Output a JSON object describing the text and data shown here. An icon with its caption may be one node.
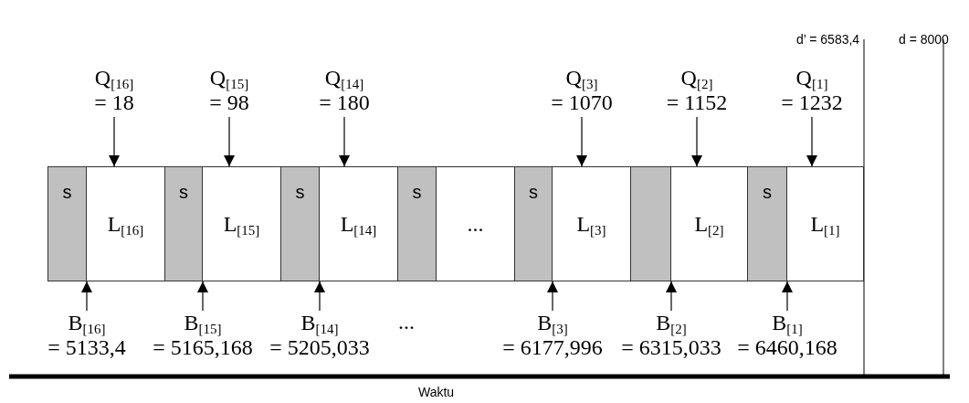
{
  "diagram": {
    "nodes": [
      {
        "text": [
          "Q$_{[16]}$ = 18"
        ]
      },
      {
        "text": [
          "Q$_{[15]}$ = 98"
        ]
      },
      {
        "text": [
          "Q$_{[14]}$ = 180"
        ]
      },
      {
        "text": [
          "Q$_{[3]}$ = 1070"
        ]
      },
      {
        "text": [
          "Q$_{[2]}$ = 1152"
        ]
      },
      {
        "text": [
          "Q$_{[1]}$ = 1232"
        ]
      },
      {
        "text": [
          "s"
        ]
      },
      {
        "text": [
          "L$_{[16]}$"
        ]
      },
      {
        "text": [
          "s"
        ]
      },
      {
        "text": [
          "L$_{[15]}$"
        ]
      },
      {
        "text": [
          "s"
        ]
      },
      {
        "text": [
          "L$_{[14]}$"
        ]
      },
      {
        "text": [
          "s"
        ]
      },
      {
        "text": [
          "..."
        ]
      },
      {
        "text": [
          "s"
        ]
      },
      {
        "text": [
          "L$_{[3]}$"
        ]
      },
      {
        "text": [],
        "shape": "box"
      },
      {
        "text": [
          "L$_{[2]}$"
        ]
      },
      {
        "text": [
          "s"
        ]
      },
      {
        "text": [
          "L$_{[1]}$"
        ]
      },
      {
        "text": [
          "B$_{[16]}$ = 5133,4"
        ]
      },
      {
        "text": [
          "B$_{[15]}$ = 5165,168"
        ]
      },
      {
        "text": [
          "B$_{[14]}$ = 5205,033"
        ]
      },
      {
        "text": [
          "B$_{[3]}$ = 6177,996"
        ]
      },
      {
        "text": [
          "B$_{[2]}$ = 6315,033"
        ]
      },
      {
        "text": [
          "B$_{[1]}$ = 6460,168"
        ]
      }
    ],
    "edges": [
      {
        "from": 0,
        "to": 7,
        "arrow": "to"
      },
      {
        "from": 1,
        "to": 9,
        "arrow": "to"
      },
      {
        "from": 2,
        "to": 11,
        "arrow": "to"
      },
      {
        "from": 3,
        "to": 15,
        "arrow": "to"
      },
      {
        "from": 4,
        "to": 17,
        "arrow": "to"
      },
      {
        "from": 5,
        "to": 19,
        "arrow": "to"
      },
      {
        "from": 20,
        "to": 7,
        "arrow": "to"
      },
      {
        "from": 21,
        "to": 9,
        "arrow": "to"
      },
      {
        "from": 22,
        "to": 11,
        "arrow": "to"
      },
      {
        "from": 23,
        "to": 15,
        "arrow": "to"
      },
      {
        "from": 24,
        "to": 17,
        "arrow": "to"
      },
      {
        "from": 25,
        "to": 19,
        "arrow": "to"
      }
    ],
    "labels": [
      "d’ = 6583,4",
      "d = 8000",
      "...",
      "Waktu"
    ]
  }
}
